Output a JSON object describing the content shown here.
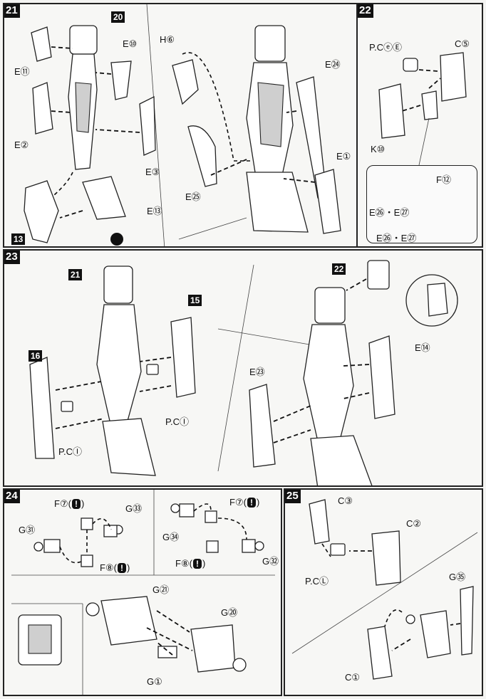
{
  "steps": {
    "s21": {
      "number": "21",
      "sub_refs": {
        "top": "20",
        "bottom": "13"
      },
      "labels": {
        "e11": "E⑪",
        "e10": "E⑩",
        "e2": "E②",
        "e3": "E③",
        "e13": "E⑬",
        "h6": "H⑥",
        "e24": "E㉔",
        "e25": "E㉕",
        "e1": "E①"
      }
    },
    "s22": {
      "number": "22",
      "labels": {
        "pce": "P.CⓔⒺ",
        "c5": "C⑤",
        "k10": "K⑩",
        "f12": "F⑫",
        "e26_27_a": "E㉖・E㉗",
        "e26_27_b": "E㉖・E㉗"
      }
    },
    "s23": {
      "number": "23",
      "sub_refs": {
        "r21": "21",
        "r15": "15",
        "r16": "16",
        "r22": "22"
      },
      "labels": {
        "pci_a": "P.CⒾ",
        "pci_b": "P.CⒾ",
        "e14": "E⑭",
        "e23": "E㉓"
      }
    },
    "s24": {
      "number": "24",
      "labels": {
        "f7_a": "F⑦",
        "g33": "G㉝",
        "g31": "G㉛",
        "f8_a": "F⑧",
        "f7_b": "F⑦",
        "g34": "G㉞",
        "f8_b": "F⑧",
        "g32": "G㉜",
        "g21": "G㉑",
        "g20": "G⑳",
        "g1": "G①"
      },
      "warn_symbol": "!"
    },
    "s25": {
      "number": "25",
      "labels": {
        "c3": "C③",
        "c2": "C②",
        "pcl": "P.CⓁ",
        "g35": "G㉟",
        "c1": "C①"
      }
    }
  }
}
